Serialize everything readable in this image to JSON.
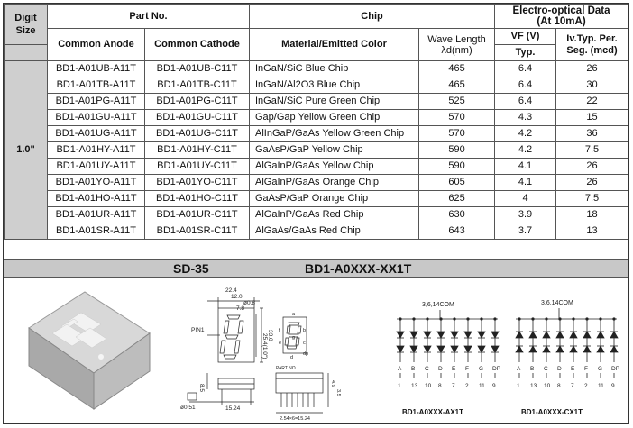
{
  "header": {
    "digit_size": "Digit Size",
    "part_no": "Part No.",
    "chip": "Chip",
    "electro": "Electro-optical Data",
    "electro_sub": "(At 10mA)",
    "common_anode": "Common Anode",
    "common_cathode": "Common Cathode",
    "material": "Material/Emitted Color",
    "wave_length": "Wave Length",
    "wave_unit": "λd(nm)",
    "vf": "VF (V)",
    "typ": "Typ.",
    "iv": "Iv.Typ. Per.",
    "iv_unit": "Seg. (mcd)"
  },
  "digit_value": "1.0\"",
  "rows": [
    {
      "anode": "BD1-A01UB-A11T",
      "cathode": "BD1-A01UB-C11T",
      "material": "InGaN/SiC  Blue Chip",
      "wl": "465",
      "vf": "6.4",
      "iv": "26"
    },
    {
      "anode": "BD1-A01TB-A11T",
      "cathode": "BD1-A01TB-C11T",
      "material": "InGaN/Al2O3 Blue Chip",
      "wl": "465",
      "vf": "6.4",
      "iv": "30"
    },
    {
      "anode": "BD1-A01PG-A11T",
      "cathode": "BD1-A01PG-C11T",
      "material": "InGaN/SiC Pure Green Chip",
      "wl": "525",
      "vf": "6.4",
      "iv": "22"
    },
    {
      "anode": "BD1-A01GU-A11T",
      "cathode": "BD1-A01GU-C11T",
      "material": "Gap/Gap Yellow Green  Chip",
      "wl": "570",
      "vf": "4.3",
      "iv": "15"
    },
    {
      "anode": "BD1-A01UG-A11T",
      "cathode": "BD1-A01UG-C11T",
      "material": "AlInGaP/GaAs Yellow Green Chip",
      "wl": "570",
      "vf": "4.2",
      "iv": "36"
    },
    {
      "anode": "BD1-A01HY-A11T",
      "cathode": "BD1-A01HY-C11T",
      "material": "GaAsP/GaP Yellow  Chip",
      "wl": "590",
      "vf": "4.2",
      "iv": "7.5"
    },
    {
      "anode": "BD1-A01UY-A11T",
      "cathode": "BD1-A01UY-C11T",
      "material": "AlGaInP/GaAs Yellow  Chip",
      "wl": "590",
      "vf": "4.1",
      "iv": "26"
    },
    {
      "anode": "BD1-A01YO-A11T",
      "cathode": "BD1-A01YO-C11T",
      "material": "AlGaInP/GaAs Orange  Chip",
      "wl": "605",
      "vf": "4.1",
      "iv": "26"
    },
    {
      "anode": "BD1-A01HO-A11T",
      "cathode": "BD1-A01HO-C11T",
      "material": "GaAsP/GaP Orange  Chip",
      "wl": "625",
      "vf": "4",
      "iv": "7.5"
    },
    {
      "anode": "BD1-A01UR-A11T",
      "cathode": "BD1-A01UR-C11T",
      "material": "AlGaInP/GaAs Red  Chip",
      "wl": "630",
      "vf": "3.9",
      "iv": "18"
    },
    {
      "anode": "BD1-A01SR-A11T",
      "cathode": "BD1-A01SR-C11T",
      "material": "AlGaAs/GaAs Red Chip",
      "wl": "643",
      "vf": "3.7",
      "iv": "13"
    }
  ],
  "bar": {
    "left": "SD-35",
    "right": "BD1-A0XXX-XX1T"
  },
  "drawing": {
    "dim_top": "22.4",
    "dim_b": "12.0",
    "dim_c": "ø0.8",
    "dim_d": "7.8",
    "dim_h1": "25.4(1.0\")",
    "dim_h2": "33.0",
    "pin_label": "PIN1",
    "dim_pin": "ø0.51",
    "dim_pin2": "15.24",
    "dim_side": "8.5",
    "part_no": "PART NO.",
    "dim_right1": "4.9",
    "dim_right2": "3.5",
    "dim_bottom": "2.54×6=15.24",
    "seg_labels": [
      "a",
      "b",
      "c",
      "d",
      "e",
      "f",
      "g",
      "dp"
    ]
  },
  "circuits": [
    {
      "com": "3,6,14COM",
      "letters": [
        "A",
        "B",
        "C",
        "D",
        "E",
        "F",
        "G",
        "DP"
      ],
      "pins": [
        "1",
        "13",
        "10",
        "8",
        "7",
        "2",
        "11",
        "9"
      ],
      "caption": "BD1-A0XXX-AX1T"
    },
    {
      "com": "3,6,14COM",
      "letters": [
        "A",
        "B",
        "C",
        "D",
        "E",
        "F",
        "G",
        "DP"
      ],
      "pins": [
        "1",
        "13",
        "10",
        "8",
        "7",
        "2",
        "11",
        "9"
      ],
      "caption": "BD1-A0XXX-CX1T"
    }
  ]
}
